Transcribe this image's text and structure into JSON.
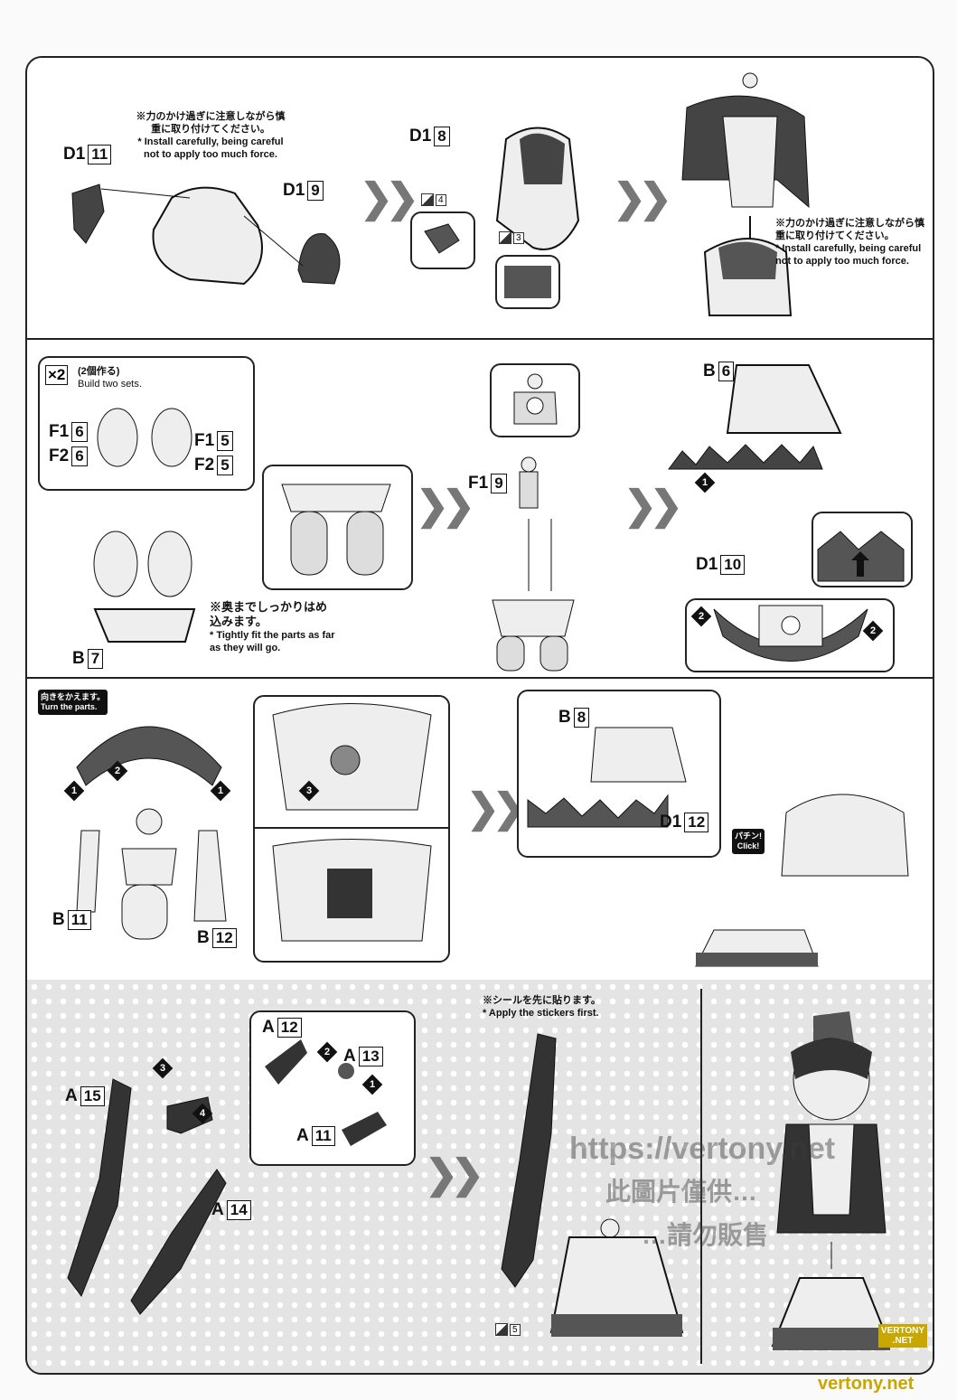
{
  "step1": {
    "labels": [
      {
        "part": "D1",
        "num": "11"
      },
      {
        "part": "D1",
        "num": "9"
      },
      {
        "part": "D1",
        "num": "8"
      }
    ],
    "note_left": {
      "jp": "※力のかけ過ぎに注意しながら慎重に取り付けてください。",
      "en": "* Install carefully, being careful not to apply too much force."
    },
    "note_right": {
      "jp": "※力のかけ過ぎに注意しながら慎重に取り付けてください。",
      "en": "* Install carefully, being careful not to apply too much force."
    },
    "stickers": [
      "4",
      "3"
    ]
  },
  "step2": {
    "x2": "×2",
    "x2_jp": "(2個作る)",
    "x2_en": "Build two sets.",
    "labels": [
      {
        "part": "F1",
        "num": "6"
      },
      {
        "part": "F2",
        "num": "6"
      },
      {
        "part": "F1",
        "num": "5"
      },
      {
        "part": "F2",
        "num": "5"
      },
      {
        "part": "B",
        "num": "7"
      },
      {
        "part": "F1",
        "num": "9"
      },
      {
        "part": "B",
        "num": "6"
      },
      {
        "part": "D1",
        "num": "10"
      }
    ],
    "note": {
      "jp": "※奥までしっかりはめ込みます。",
      "en": "* Tightly fit the parts as far as they will go."
    },
    "steps": [
      "1",
      "2",
      "2"
    ]
  },
  "step3": {
    "turn_jp": "向きをかえます。",
    "turn_en": "Turn the parts.",
    "labels": [
      {
        "part": "B",
        "num": "11"
      },
      {
        "part": "B",
        "num": "12"
      },
      {
        "part": "B",
        "num": "8"
      },
      {
        "part": "D1",
        "num": "12"
      }
    ],
    "steps": [
      "1",
      "2",
      "1",
      "3"
    ],
    "click_jp": "パチン!",
    "click_en": "Click!"
  },
  "step4": {
    "labels": [
      {
        "part": "A",
        "num": "15"
      },
      {
        "part": "A",
        "num": "14"
      },
      {
        "part": "A",
        "num": "12"
      },
      {
        "part": "A",
        "num": "13"
      },
      {
        "part": "A",
        "num": "11"
      }
    ],
    "steps": [
      "3",
      "4",
      "2",
      "1"
    ],
    "note": {
      "jp": "※シールを先に貼ります。",
      "en": "* Apply the stickers first."
    },
    "sticker": "5"
  },
  "watermark": {
    "url": "https://vertony.net",
    "cn1": "此圖片僅供…",
    "cn2": "…請勿販售"
  },
  "logo": {
    "top": "VERTONY .NET",
    "bottom": "vertony.net"
  }
}
